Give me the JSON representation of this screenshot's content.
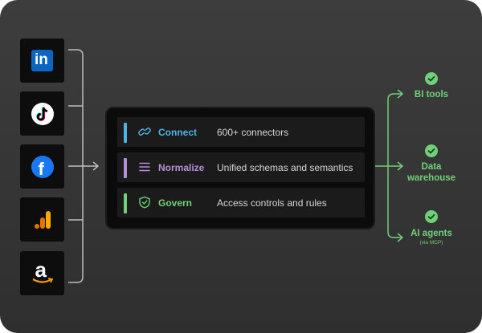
{
  "sources": [
    {
      "name": "LinkedIn",
      "icon": "linkedin-icon",
      "text": "in",
      "color": "#0a66c2"
    },
    {
      "name": "TikTok",
      "icon": "tiktok-icon",
      "color": "#ffffff"
    },
    {
      "name": "Facebook",
      "icon": "facebook-icon",
      "text": "f",
      "color": "#1877f2"
    },
    {
      "name": "Google Analytics",
      "icon": "analytics-icon",
      "color": "#f9ab00"
    },
    {
      "name": "Amazon",
      "icon": "amazon-icon",
      "text": "a",
      "color": "#ffffff"
    }
  ],
  "steps": [
    {
      "label": "Connect",
      "description": "600+ connectors",
      "color": "#4fb3e6",
      "icon": "link-icon"
    },
    {
      "label": "Normalize",
      "description": "Unified schemas and semantics",
      "color": "#b48fd6",
      "icon": "list-icon"
    },
    {
      "label": "Govern",
      "description": "Access controls and rules",
      "color": "#6fd178",
      "icon": "shield-check-icon"
    }
  ],
  "destinations": [
    {
      "label": "BI tools",
      "icon": "check-icon"
    },
    {
      "label_line1": "Data",
      "label_line2": "warehouse",
      "icon": "check-icon"
    },
    {
      "label": "AI agents",
      "sublabel": "(via MCP)",
      "icon": "check-icon"
    }
  ],
  "colors": {
    "accent_green": "#6fd178",
    "wire_gray": "#bdbdbd"
  }
}
